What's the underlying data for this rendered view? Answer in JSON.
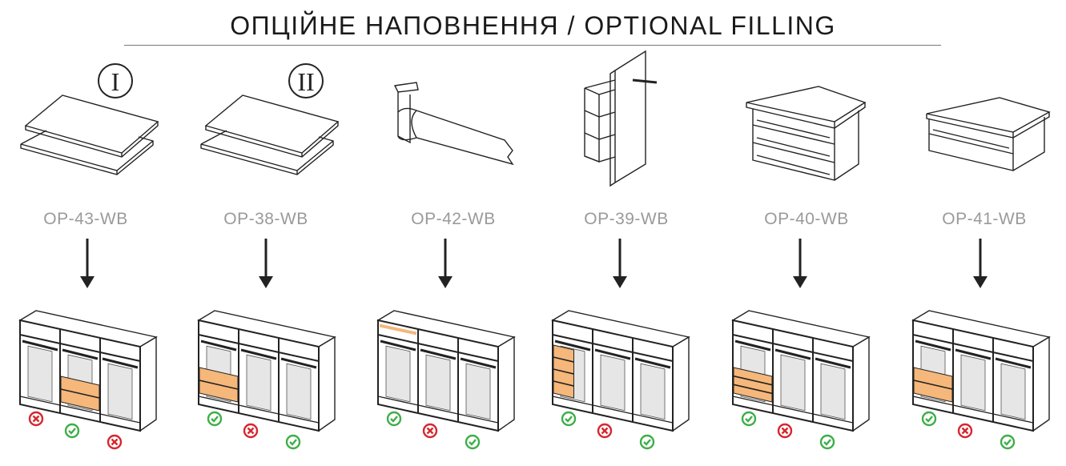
{
  "title": "ОПЦІЙНЕ НАПОВНЕННЯ / OPTIONAL FILLING",
  "colors": {
    "filling": "#f5b77a",
    "ok": "#3fae49",
    "no": "#d7262f",
    "mirror": "#e6e6e6",
    "line": "#222222"
  },
  "items": [
    {
      "code": "OP-43-WB",
      "badge": "I",
      "part": "shelves",
      "filled_section": 1,
      "sections": [
        "no",
        "ok",
        "no"
      ]
    },
    {
      "code": "OP-38-WB",
      "badge": "II",
      "part": "shelves",
      "filled_section": 0,
      "sections": [
        "ok",
        "no",
        "ok"
      ]
    },
    {
      "code": "OP-42-WB",
      "part": "rail",
      "filled_section": 0,
      "sections": [
        "ok",
        "no",
        "ok"
      ]
    },
    {
      "code": "OP-39-WB",
      "part": "shelf-unit",
      "filled_section": 0,
      "sections": [
        "ok",
        "no",
        "ok"
      ]
    },
    {
      "code": "OP-40-WB",
      "part": "drawers-3",
      "filled_section": 0,
      "sections": [
        "ok",
        "no",
        "ok"
      ]
    },
    {
      "code": "OP-41-WB",
      "part": "drawers-2",
      "filled_section": 0,
      "sections": [
        "ok",
        "no",
        "ok"
      ]
    }
  ]
}
